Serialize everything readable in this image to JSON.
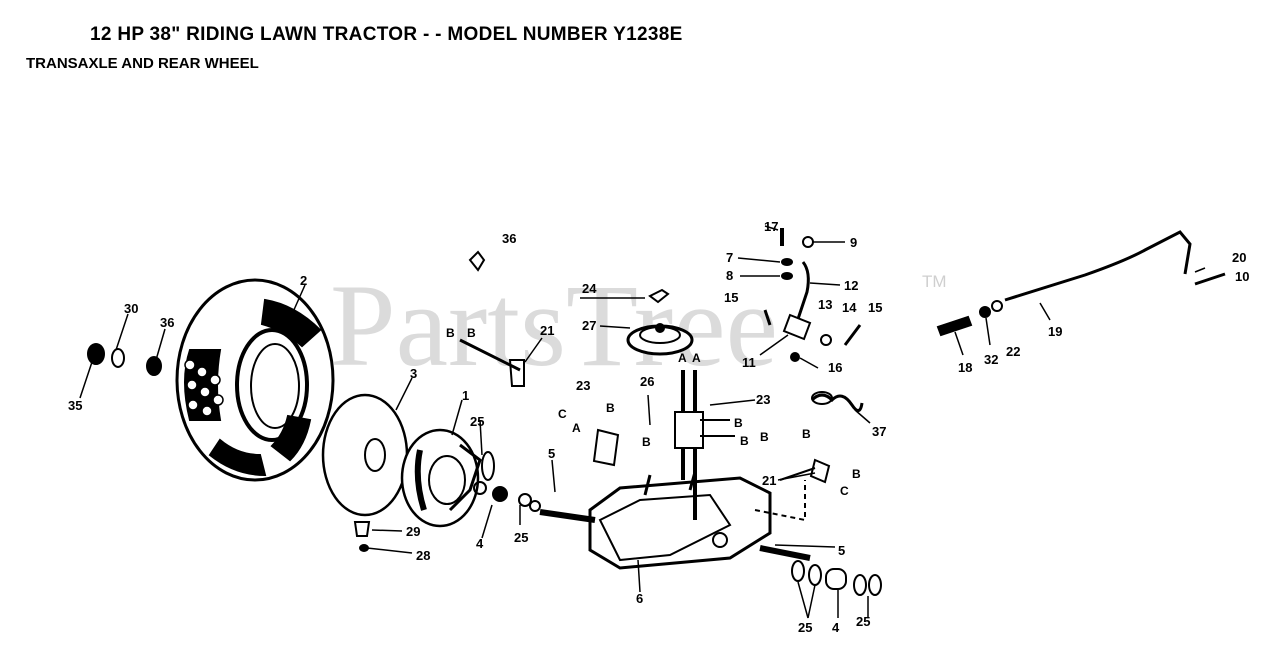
{
  "header": {
    "title": "12 HP 38\" RIDING LAWN TRACTOR - - MODEL NUMBER Y1238E",
    "subtitle": "TRANSAXLE AND REAR WHEEL"
  },
  "watermark": {
    "text": "PartsTree",
    "tm": "TM"
  },
  "callouts": [
    {
      "id": "c1",
      "text": "1"
    },
    {
      "id": "c2",
      "text": "2"
    },
    {
      "id": "c3",
      "text": "3"
    },
    {
      "id": "c4a",
      "text": "4"
    },
    {
      "id": "c4b",
      "text": "4"
    },
    {
      "id": "c5a",
      "text": "5"
    },
    {
      "id": "c5b",
      "text": "5"
    },
    {
      "id": "c6",
      "text": "6"
    },
    {
      "id": "c7",
      "text": "7"
    },
    {
      "id": "c8",
      "text": "8"
    },
    {
      "id": "c9",
      "text": "9"
    },
    {
      "id": "c10",
      "text": "10"
    },
    {
      "id": "c11",
      "text": "11"
    },
    {
      "id": "c12",
      "text": "12"
    },
    {
      "id": "c13",
      "text": "13"
    },
    {
      "id": "c14",
      "text": "14"
    },
    {
      "id": "c15a",
      "text": "15"
    },
    {
      "id": "c15b",
      "text": "15"
    },
    {
      "id": "c16",
      "text": "16"
    },
    {
      "id": "c17",
      "text": "17"
    },
    {
      "id": "c18",
      "text": "18"
    },
    {
      "id": "c19",
      "text": "19"
    },
    {
      "id": "c20",
      "text": "20"
    },
    {
      "id": "c21a",
      "text": "21"
    },
    {
      "id": "c21b",
      "text": "21"
    },
    {
      "id": "c22",
      "text": "22"
    },
    {
      "id": "c23a",
      "text": "23"
    },
    {
      "id": "c23b",
      "text": "23"
    },
    {
      "id": "c24",
      "text": "24"
    },
    {
      "id": "c25a",
      "text": "25"
    },
    {
      "id": "c25b",
      "text": "25"
    },
    {
      "id": "c25c",
      "text": "25"
    },
    {
      "id": "c25d",
      "text": "25"
    },
    {
      "id": "c26",
      "text": "26"
    },
    {
      "id": "c27",
      "text": "27"
    },
    {
      "id": "c28",
      "text": "28"
    },
    {
      "id": "c29",
      "text": "29"
    },
    {
      "id": "c30",
      "text": "30"
    },
    {
      "id": "c32",
      "text": "32"
    },
    {
      "id": "c35",
      "text": "35"
    },
    {
      "id": "c36a",
      "text": "36"
    },
    {
      "id": "c36b",
      "text": "36"
    },
    {
      "id": "c37",
      "text": "37"
    }
  ],
  "ref_letters": [
    {
      "id": "rB1",
      "text": "B"
    },
    {
      "id": "rB2",
      "text": "B"
    },
    {
      "id": "rC1",
      "text": "C"
    },
    {
      "id": "rA1",
      "text": "A"
    },
    {
      "id": "rB3",
      "text": "B"
    },
    {
      "id": "rB4",
      "text": "B"
    },
    {
      "id": "rA2",
      "text": "A"
    },
    {
      "id": "rA3",
      "text": "A"
    },
    {
      "id": "rB5",
      "text": "B"
    },
    {
      "id": "rB6",
      "text": "B"
    },
    {
      "id": "rB7",
      "text": "B"
    },
    {
      "id": "rB8",
      "text": "B"
    },
    {
      "id": "rC2",
      "text": "C"
    },
    {
      "id": "rB9",
      "text": "B"
    }
  ],
  "colors": {
    "ink": "#000000",
    "watermark": "#cfcfcf",
    "background": "#ffffff"
  }
}
